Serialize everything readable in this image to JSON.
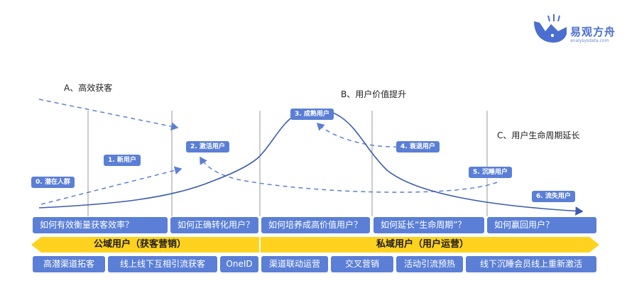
{
  "logo": {
    "name": "易观方舟",
    "domain": "analysysdata.com"
  },
  "phases": {
    "a": "A、高效获客",
    "b": "B、用户价值提升",
    "c": "C、用户生命周期延长"
  },
  "stages": [
    {
      "label": "0.  潜在人群"
    },
    {
      "label": "1.  新用户"
    },
    {
      "label": "2.  激活用户"
    },
    {
      "label": "3.  成熟用户"
    },
    {
      "label": "4.  衰退用户"
    },
    {
      "label": "5.  沉睡用户"
    },
    {
      "label": "6.  流失用户"
    }
  ],
  "questions": [
    "如何有效衡量获客效率？",
    "如何正确转化用户？",
    "如何培养成高价值用户？",
    "如何延长“生命周期”？",
    "如何赢回用户？"
  ],
  "bands": {
    "public": "公域用户（获客营销）",
    "private": "私域用户（用户运营）"
  },
  "tactics": [
    "高潜渠道拓客",
    "线上线下互相引流获客",
    "OneID",
    "渠道联动运营",
    "交叉营销",
    "活动引流预热",
    "线下沉睡会员线上重新激活"
  ],
  "colors": {
    "accent": "#5b7fd6",
    "curve": "#3a5cb0",
    "band": "#ffd21f",
    "divider": "#9a9a9a"
  }
}
